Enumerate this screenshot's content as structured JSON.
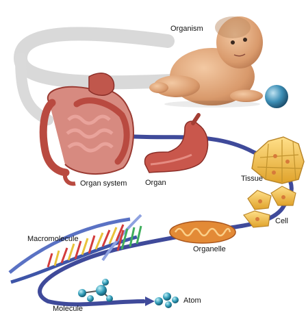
{
  "labels": {
    "organism": "Organism",
    "organ_system": "Organ system",
    "organ": "Organ",
    "tissue": "Tissue",
    "cell": "Cell",
    "organelle": "Organelle",
    "macromolecule": "Macromolecule",
    "molecule": "Molecule",
    "atom": "Atom"
  },
  "colors": {
    "path_gray": "#d6d6d6",
    "path_blue": "#3f4a9a",
    "skin": "#e0a77c",
    "organ_red": "#c9554a",
    "tissue_yellow": "#f2c24a",
    "organelle_orange": "#e0893a",
    "dna_blue": "#4a67b8",
    "atom_teal": "#2f8fa8"
  },
  "icons": [
    "baby-image",
    "ball-icon",
    "digestive-system-image",
    "stomach-image",
    "tissue-image",
    "cell-image",
    "mitochondrion-image",
    "dna-helix-image",
    "molecule-icon",
    "atom-icon"
  ]
}
